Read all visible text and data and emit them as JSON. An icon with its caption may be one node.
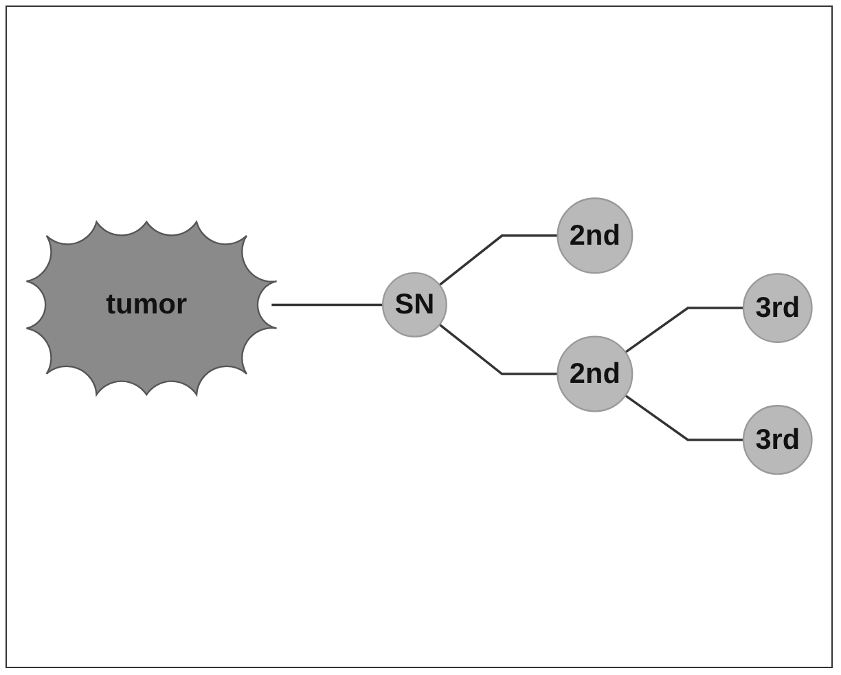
{
  "diagram": {
    "nodes": [
      {
        "text": [
          "tumor"
        ]
      },
      {
        "text": [
          "SN"
        ]
      },
      {
        "text": [
          "2nd"
        ]
      },
      {
        "text": [
          "2nd"
        ]
      },
      {
        "text": [
          "3rd"
        ]
      },
      {
        "text": [
          "3rd"
        ]
      }
    ],
    "edges": [
      {
        "from": 0,
        "to": 1,
        "arrow": "none"
      },
      {
        "from": 1,
        "to": 2,
        "arrow": "none"
      },
      {
        "from": 1,
        "to": 3,
        "arrow": "none"
      },
      {
        "from": 3,
        "to": 4,
        "arrow": "none"
      },
      {
        "from": 3,
        "to": 5,
        "arrow": "none"
      }
    ]
  }
}
